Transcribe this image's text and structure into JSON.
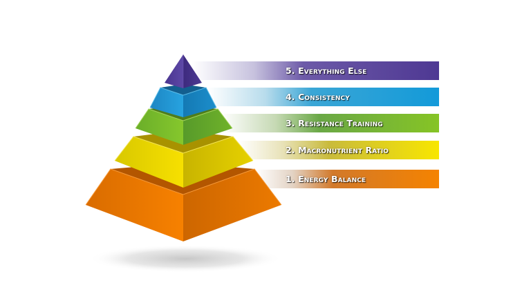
{
  "diagram": {
    "type": "pyramid",
    "title": "",
    "levels": [
      {
        "rank": 5,
        "label": "5. Everything Else",
        "color": "#4f3a95",
        "band_color": "#553d98",
        "tier": "top"
      },
      {
        "rank": 4,
        "label": "4. Consistency",
        "color": "#1a96d6",
        "band_color": "#1a9ad8",
        "tier": "second"
      },
      {
        "rank": 3,
        "label": "3. Resistance Training",
        "color": "#7cc22a",
        "band_color": "#86c425",
        "tier": "middle"
      },
      {
        "rank": 2,
        "label": "2. Macronutrient Ratio",
        "color": "#f4dc00",
        "band_color": "#f5e200",
        "tier": "fourth"
      },
      {
        "rank": 1,
        "label": "1. Energy Balance",
        "color": "#f07d00",
        "band_color": "#f28200",
        "tier": "base"
      }
    ]
  }
}
